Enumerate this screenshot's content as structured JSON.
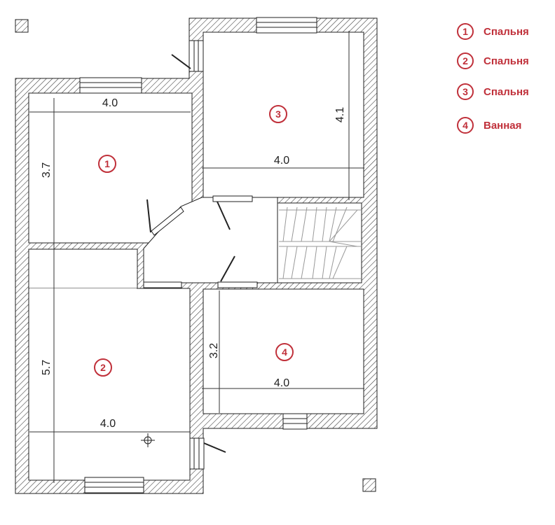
{
  "colors": {
    "wall_line": "#222222",
    "accent": "#c0303a",
    "stairs": "#999999"
  },
  "rooms": [
    {
      "number": "1",
      "label": "Спальня",
      "width": "4.0",
      "length": "3.7"
    },
    {
      "number": "2",
      "label": "Спальня",
      "width": "4.0",
      "length": "5.7"
    },
    {
      "number": "3",
      "label": "Спальня",
      "width": "4.0",
      "length": "4.1"
    },
    {
      "number": "4",
      "label": "Ванная",
      "width": "4.0",
      "length": "3.2"
    }
  ]
}
